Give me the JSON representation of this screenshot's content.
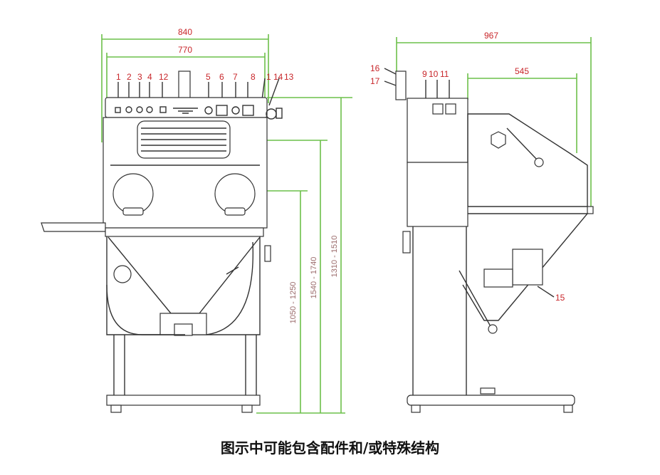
{
  "front_view": {
    "width_outer": "840",
    "width_inner": "770",
    "part_labels": [
      "1",
      "2",
      "3",
      "4",
      "12",
      "5",
      "6",
      "7",
      "8",
      "1",
      "14",
      "13"
    ],
    "height_dims": [
      "1050 - 1250",
      "1540 - 1740",
      "1310 - 1510"
    ]
  },
  "side_view": {
    "depth_outer": "967",
    "depth_inner": "545",
    "part_labels": [
      "16",
      "17",
      "9",
      "10",
      "11",
      "15"
    ]
  },
  "caption": "图示中可能包含配件和/或特殊结构",
  "colors": {
    "dimension_line": "#6cc04a",
    "label": "#c8262a",
    "drawing": "#333333"
  }
}
